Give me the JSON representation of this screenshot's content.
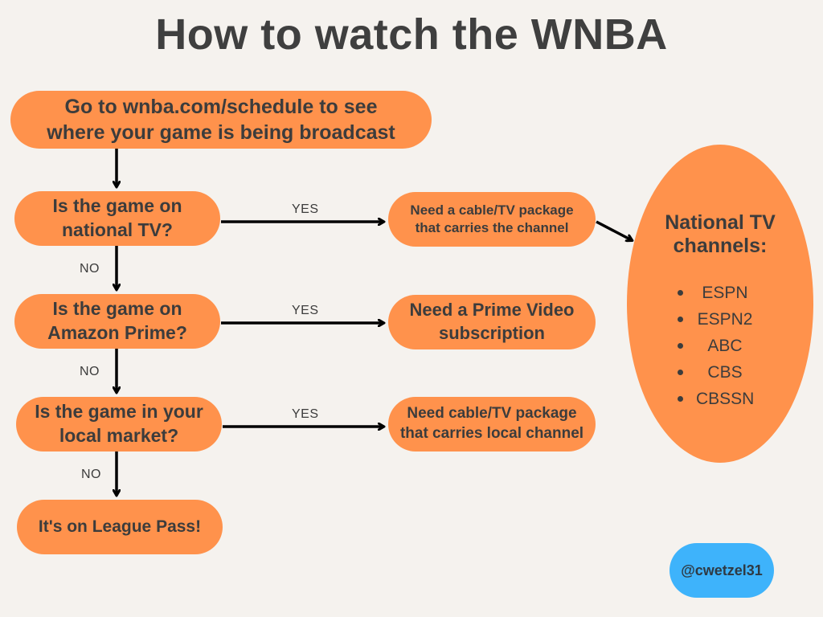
{
  "title": "How to watch the WNBA",
  "flow": {
    "start": "Go to wnba.com/schedule to see\nwhere your game is being broadcast",
    "q1": "Is the game on\nnational TV?",
    "q2": "Is the game on\nAmazon Prime?",
    "q3": "Is the game in your\nlocal market?",
    "end": "It's on League Pass!",
    "a1": "Need a cable/TV package\nthat carries the channel",
    "a2": "Need a Prime Video\nsubscription",
    "a3": "Need cable/TV package\nthat carries local channel",
    "yes_label": "YES",
    "no_label": "NO"
  },
  "national": {
    "title": "National TV\nchannels:",
    "channels": [
      "ESPN",
      "ESPN2",
      "ABC",
      "CBS",
      "CBSSN"
    ]
  },
  "handle": "@cwetzel31",
  "colors": {
    "background": "#f5f2ee",
    "node": "#ff924c",
    "text": "#3c3c3c",
    "badge": "#3eb3fb"
  }
}
